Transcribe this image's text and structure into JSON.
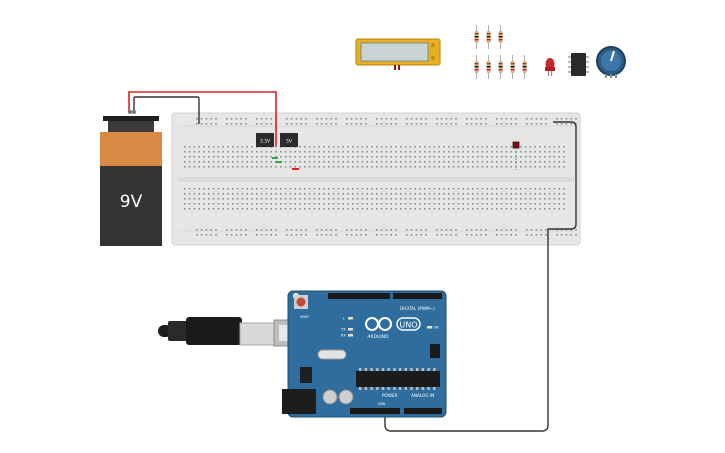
{
  "battery": {
    "label": "9V"
  },
  "regulator": {
    "left_label": "3.3V",
    "right_label": "5V"
  },
  "arduino": {
    "logo_text": "UNO",
    "brand_text": "ARDUINO",
    "digital_label": "DIGITAL (PWM~)",
    "power_label": "POWER",
    "analog_label": "ANALOG IN",
    "l_label": "L",
    "tx_label": "TX",
    "rx_label": "RX",
    "on_label": "ON",
    "aref_label": "AREF",
    "gnd_label": "GND"
  },
  "colors": {
    "battery_orange": "#d98a45",
    "battery_body": "#333333",
    "breadboard": "#e6e6e6",
    "arduino_blue": "#2f6d9f",
    "wire_red": "#e02020",
    "wire_black": "#333333",
    "lcd_frame": "#e8b020",
    "lcd_screen": "#c9d4d6",
    "led_red": "#c62828",
    "pot_blue": "#2b5d87"
  }
}
